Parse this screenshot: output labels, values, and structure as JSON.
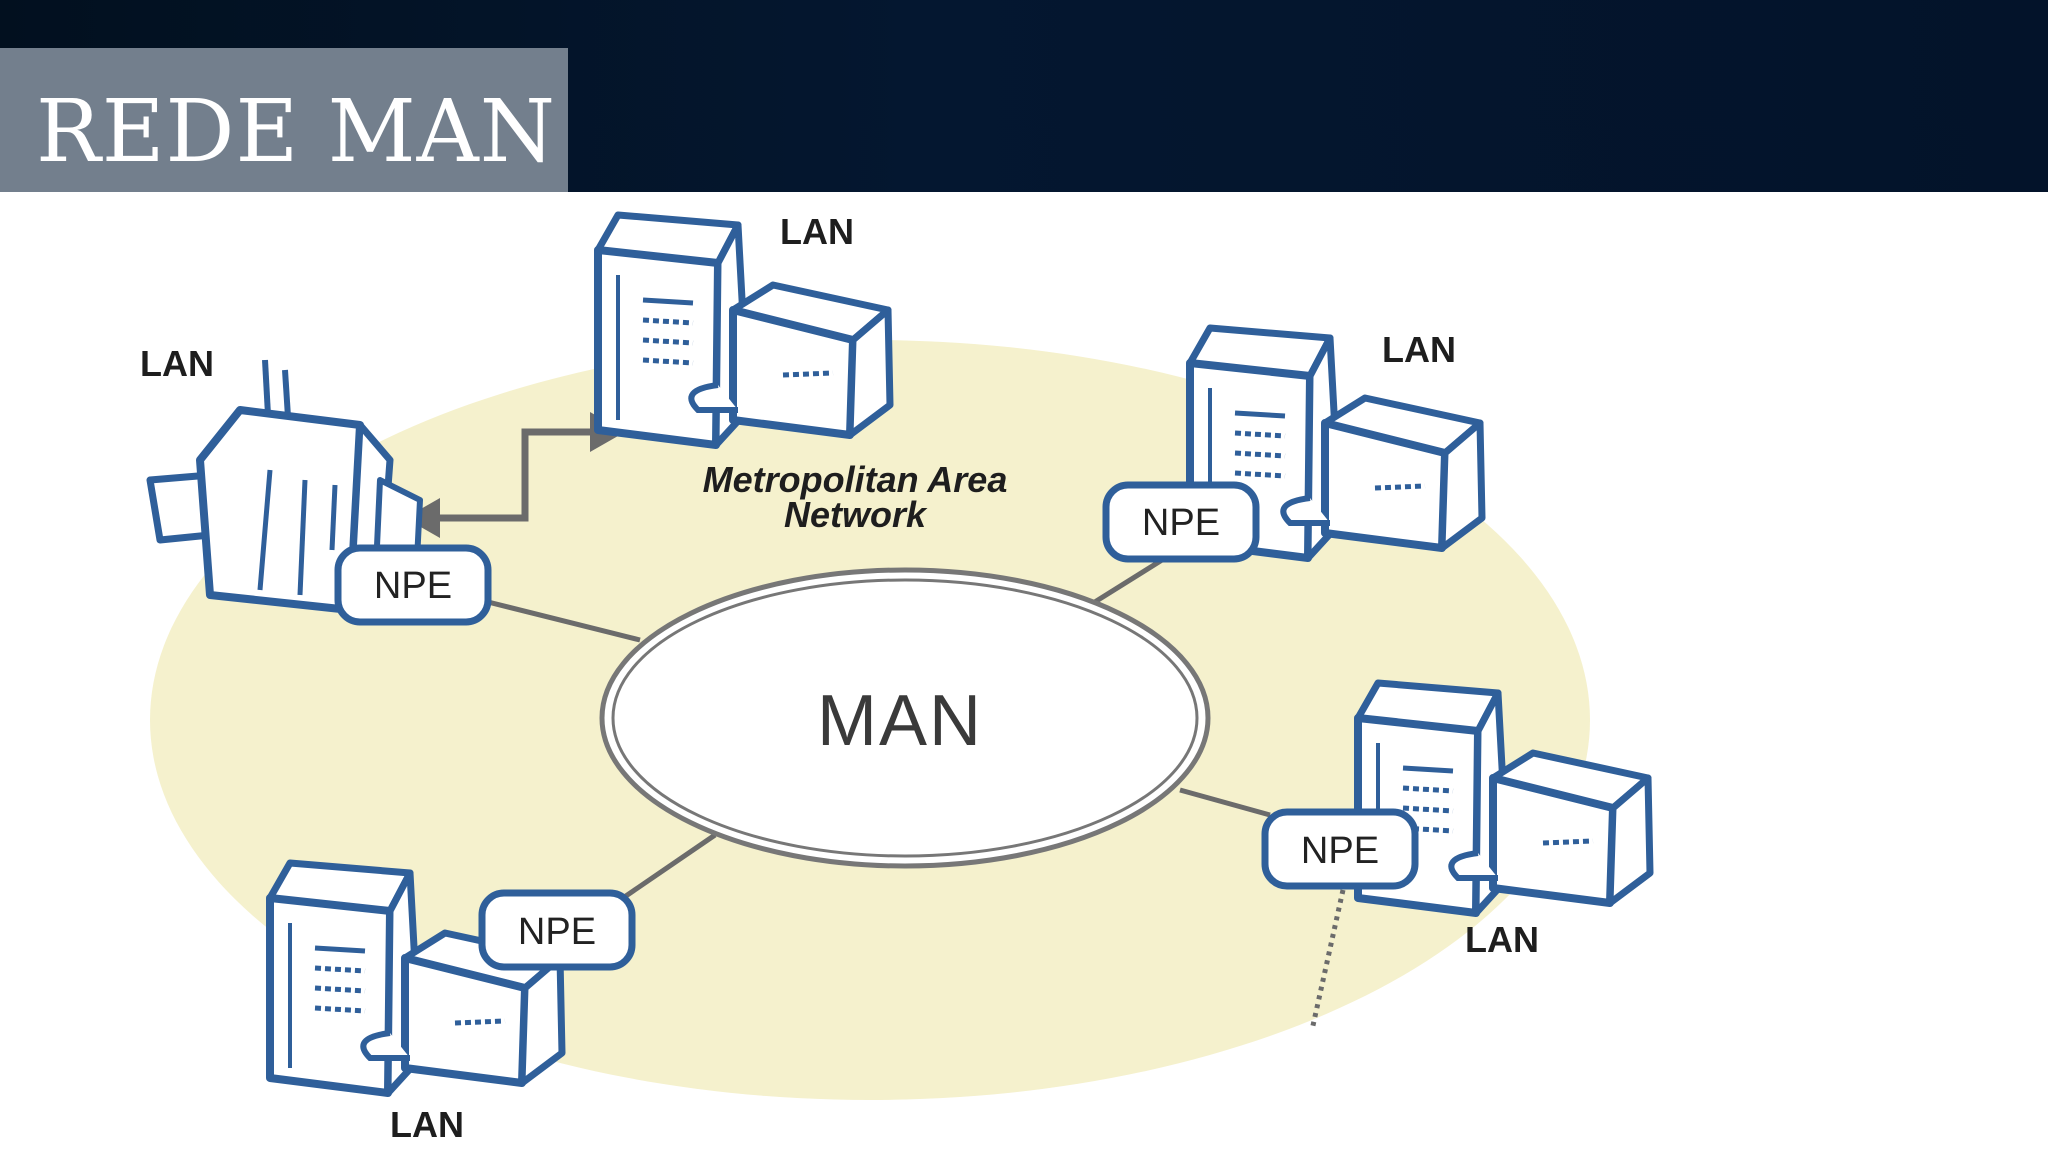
{
  "slide": {
    "title": "REDE MAN",
    "colors": {
      "header_dark": "#03132a",
      "title_box": "#737f8d",
      "ellipse_fill": "#f5f1cd",
      "icon_blue": "#2f5f9a"
    }
  },
  "diagram": {
    "center_label": "MAN",
    "network_caption_line1": "Metropolitan Area",
    "network_caption_line2": "Network",
    "lan_labels": {
      "top": "LAN",
      "upper_left": "LAN",
      "upper_right": "LAN",
      "lower_right": "LAN",
      "lower_left": "LAN"
    },
    "npe_labels": {
      "upper_left": "NPE",
      "upper_right": "NPE",
      "lower_right": "NPE",
      "lower_left": "NPE"
    },
    "icons": {
      "top": "server-tower-icon",
      "upper_left": "office-building-icon",
      "upper_right": "server-tower-icon",
      "lower_right": "server-tower-icon",
      "lower_left": "server-tower-icon"
    }
  }
}
